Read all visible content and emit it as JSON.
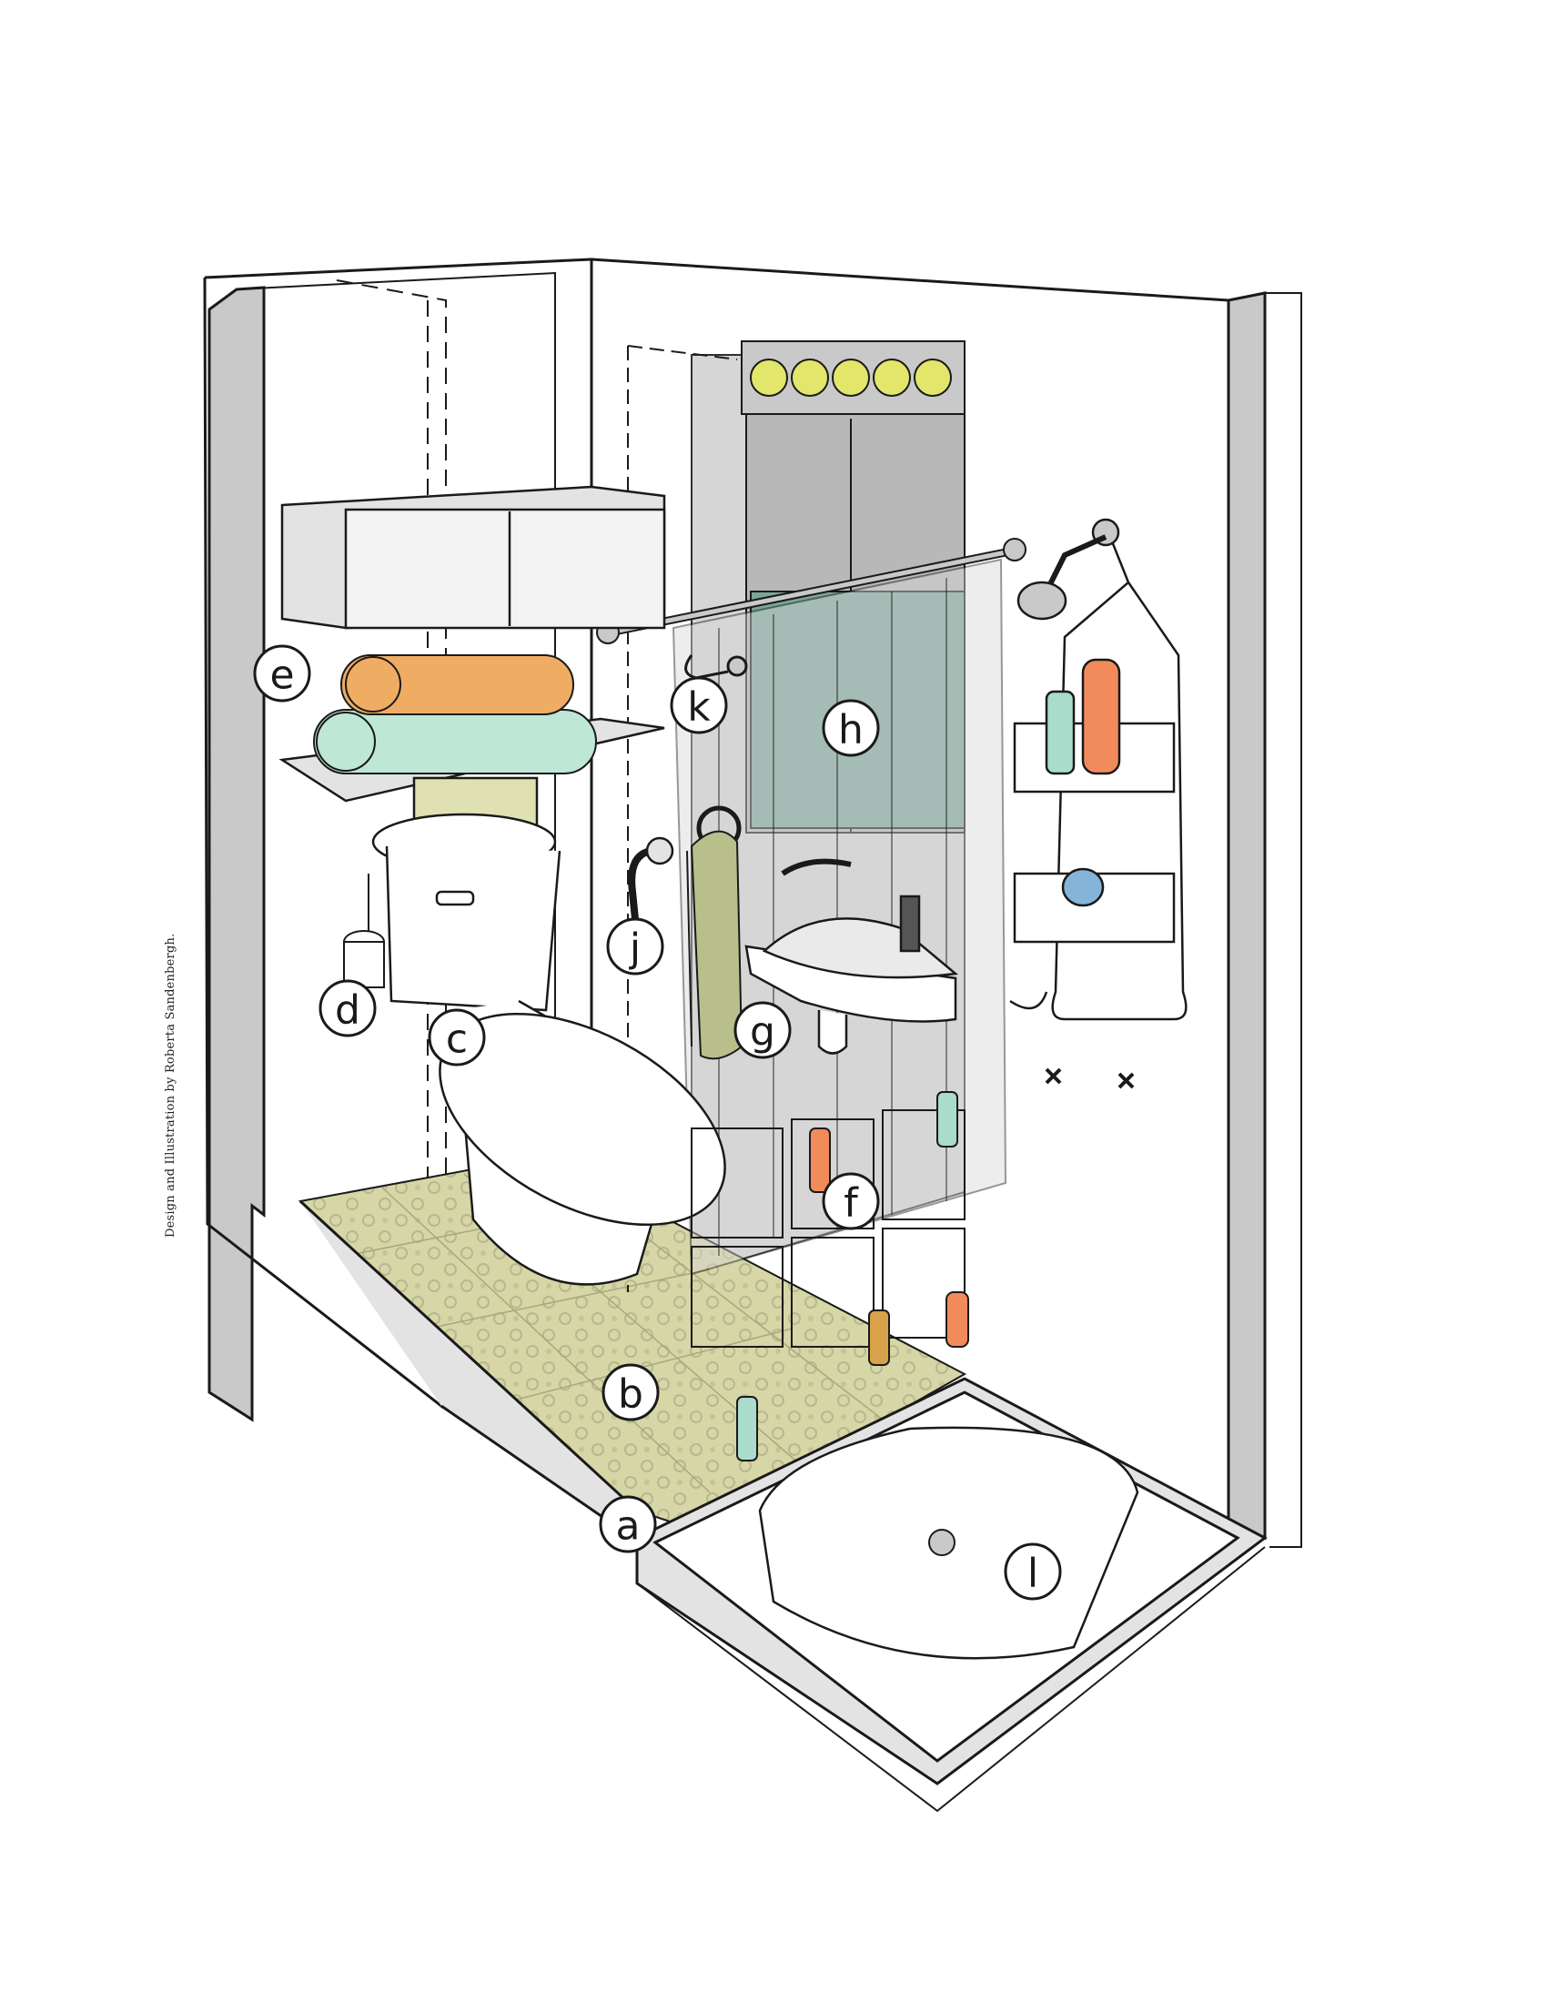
{
  "credit": "Design and Illustration by Roberta Sandenbergh.",
  "labels": [
    "a",
    "b",
    "c",
    "d",
    "e",
    "f",
    "g",
    "h",
    "j",
    "k",
    "l"
  ],
  "colors": {
    "wall_gray": "#c9c9c9",
    "wall_light": "#e3e3e3",
    "shower_wall": "#d2d2d2",
    "floor_tile": "#d6d6a6",
    "floor_dots": "#b8b890",
    "mirror": "#7aa698",
    "light_bulb": "#e2e66a",
    "towel_orange": "#efad63",
    "towel_mint": "#bfe7d6",
    "hand_towel": "#b8bf8a",
    "tissue_box": "#dfe1b2",
    "bottle_orange": "#f28b5b",
    "bottle_mint": "#a9dccb",
    "bottle_blue": "#84b5d9",
    "bottle_amber": "#d8a24a",
    "line": "#1a1a1a"
  }
}
